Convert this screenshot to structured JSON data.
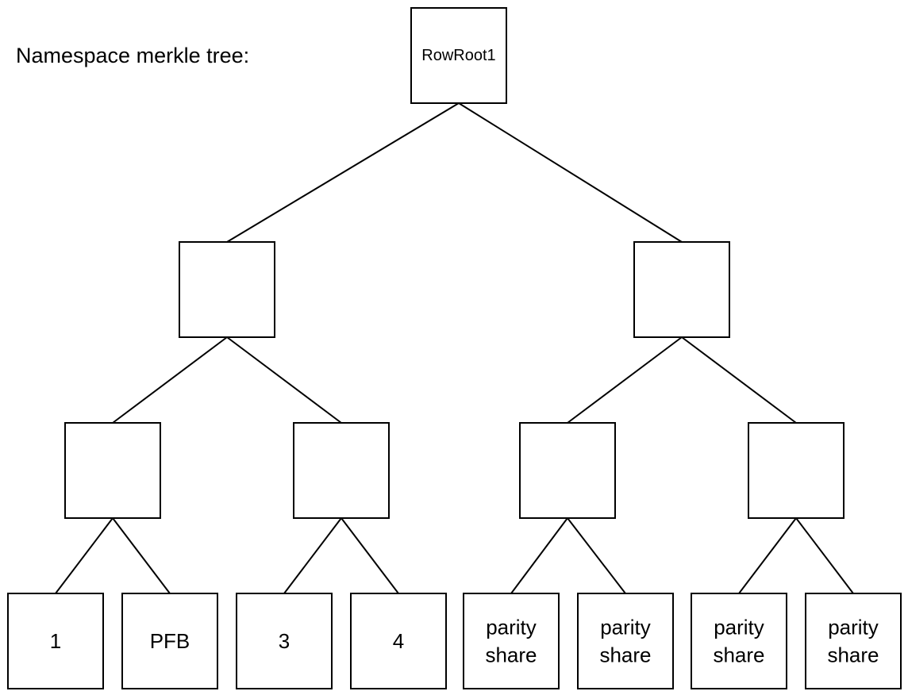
{
  "caption": "Namespace merkle tree:",
  "colors": {
    "stroke": "#000000",
    "fill": "#ffffff",
    "text": "#000000"
  },
  "nodes": [
    {
      "id": "root",
      "label": [
        "RowRoot1"
      ]
    },
    {
      "id": "l1-left",
      "label": []
    },
    {
      "id": "l1-right",
      "label": []
    },
    {
      "id": "l2-a",
      "label": []
    },
    {
      "id": "l2-b",
      "label": []
    },
    {
      "id": "l2-c",
      "label": []
    },
    {
      "id": "l2-d",
      "label": []
    },
    {
      "id": "leaf-1",
      "label": [
        "1"
      ]
    },
    {
      "id": "leaf-pfb",
      "label": [
        "PFB"
      ]
    },
    {
      "id": "leaf-3",
      "label": [
        "3"
      ]
    },
    {
      "id": "leaf-4",
      "label": [
        "4"
      ]
    },
    {
      "id": "leaf-parity-1",
      "label": [
        "parity",
        "share"
      ]
    },
    {
      "id": "leaf-parity-2",
      "label": [
        "parity",
        "share"
      ]
    },
    {
      "id": "leaf-parity-3",
      "label": [
        "parity",
        "share"
      ]
    },
    {
      "id": "leaf-parity-4",
      "label": [
        "parity",
        "share"
      ]
    }
  ],
  "edges": [
    [
      "root",
      "l1-left"
    ],
    [
      "root",
      "l1-right"
    ],
    [
      "l1-left",
      "l2-a"
    ],
    [
      "l1-left",
      "l2-b"
    ],
    [
      "l1-right",
      "l2-c"
    ],
    [
      "l1-right",
      "l2-d"
    ],
    [
      "l2-a",
      "leaf-1"
    ],
    [
      "l2-a",
      "leaf-pfb"
    ],
    [
      "l2-b",
      "leaf-3"
    ],
    [
      "l2-b",
      "leaf-4"
    ],
    [
      "l2-c",
      "leaf-parity-1"
    ],
    [
      "l2-c",
      "leaf-parity-2"
    ],
    [
      "l2-d",
      "leaf-parity-3"
    ],
    [
      "l2-d",
      "leaf-parity-4"
    ]
  ]
}
